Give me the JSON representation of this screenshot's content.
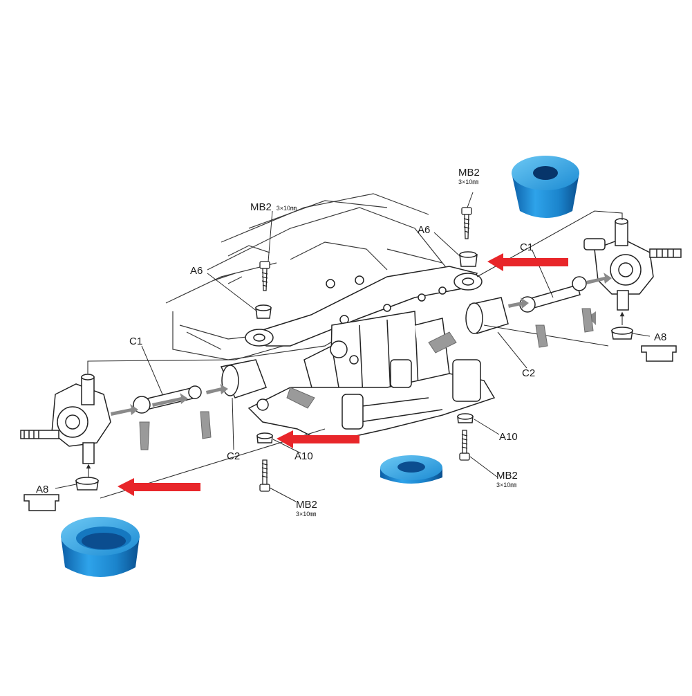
{
  "labels": {
    "mb2_top_right": {
      "code": "MB2",
      "dim": "3×10㎜"
    },
    "mb2_top_center": {
      "code": "MB2",
      "dim": "3×10㎜"
    },
    "a6_right": "A6",
    "a6_left": "A6",
    "c1_right": "C1",
    "c1_left": "C1",
    "c2_right": "C2",
    "c2_left": "C2",
    "a8_right": "A8",
    "a8_left": "A8",
    "a10_right": "A10",
    "a10_center": "A10",
    "mb2_bottom_right": {
      "code": "MB2",
      "dim": "3×10㎜"
    },
    "mb2_bottom_center": {
      "code": "MB2",
      "dim": "3×10㎜"
    }
  },
  "colors": {
    "arrow": "#e8262a",
    "part_blue": "#1f8fd6",
    "part_blue_dark": "#0d5fa5",
    "line": "#2a2a2a",
    "gray_arrow": "#8a8a8a"
  },
  "icons": [
    "red-arrow-icon",
    "blue-aluminum-spacer-icon",
    "screw-icon",
    "gray-grease-tube-icon"
  ]
}
